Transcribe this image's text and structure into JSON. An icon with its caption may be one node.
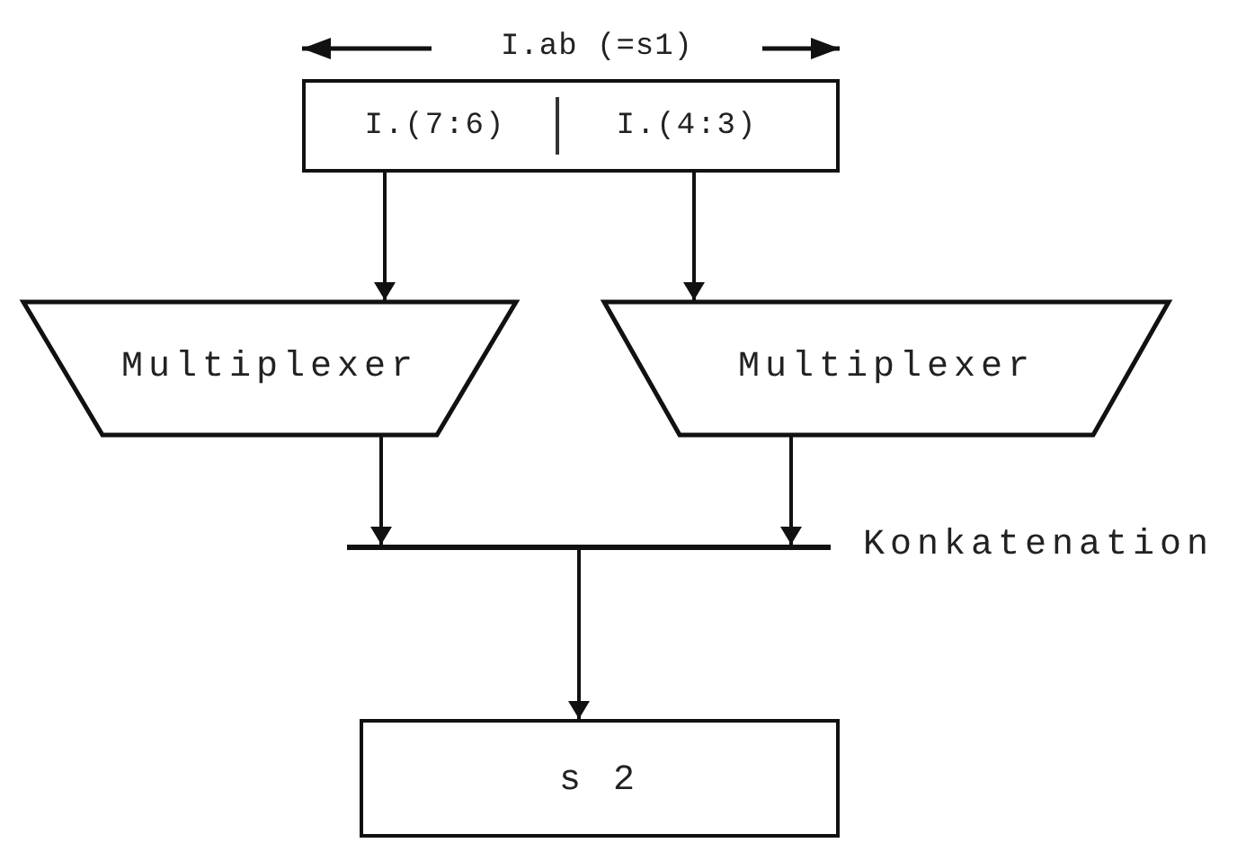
{
  "diagram": {
    "nodes": [
      {
        "text": [
          "I.(7:6)",
          "I.(4:3)"
        ]
      },
      {
        "text": [
          "Multiplexer"
        ]
      },
      {
        "text": [
          "Multiplexer"
        ]
      },
      {
        "text": [],
        "shape": "bar",
        "beside": [
          "Konkatenation"
        ]
      },
      {
        "text": [
          "s 2"
        ]
      }
    ],
    "edges": [
      {
        "from": 0,
        "to": 1,
        "arrow": "to"
      },
      {
        "from": 0,
        "to": 2,
        "arrow": "to"
      },
      {
        "from": 1,
        "to": 3,
        "arrow": "to"
      },
      {
        "from": 2,
        "to": 3,
        "arrow": "to"
      },
      {
        "from": 3,
        "to": 4,
        "arrow": "to"
      }
    ],
    "labels": [
      "I.ab (=s1)"
    ]
  }
}
